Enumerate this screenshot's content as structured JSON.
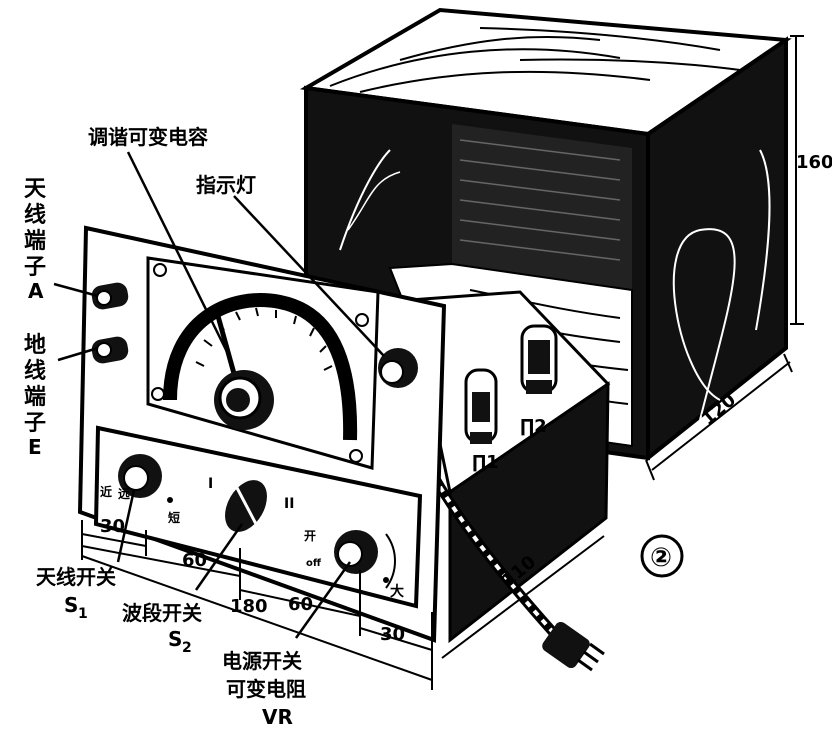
{
  "labels": {
    "tuning_capacitor": "调谐可变电容",
    "indicator_lamp": "指示灯",
    "antenna_terminal": [
      "天",
      "线",
      "端",
      "子",
      "A"
    ],
    "ground_terminal": [
      "地",
      "线",
      "端",
      "子",
      "E"
    ],
    "antenna_switch": "天线开关",
    "antenna_switch_symbol": "S",
    "antenna_switch_sub": "1",
    "band_switch": "波段开关",
    "band_switch_symbol": "S",
    "band_switch_sub": "2",
    "power_switch": "电源开关",
    "variable_resistor": "可变电阻",
    "variable_resistor_symbol": "VR",
    "tube_1": "∏1",
    "tube_2": "∏2",
    "band_mark_1": "I",
    "band_mark_2": "II",
    "panel_text_left": "近",
    "panel_text_short": "短",
    "panel_text_far": "远",
    "panel_text_open": "开",
    "panel_text_off": "off",
    "panel_text_big": "大",
    "figure_number": "②"
  },
  "dimensions": {
    "d30_left": "30",
    "d60_left": "60",
    "d180": "180",
    "d60_right": "60",
    "d30_right": "30",
    "height": "160",
    "depth": "120",
    "chassis": "110"
  }
}
